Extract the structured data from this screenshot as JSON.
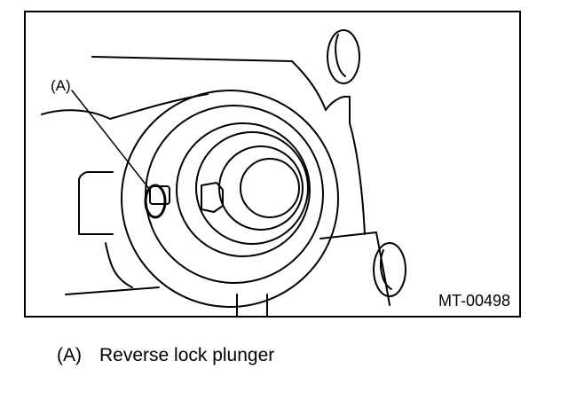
{
  "figure": {
    "callout": "(A)",
    "code": "MT-00498"
  },
  "legend": {
    "items": [
      {
        "key": "(A)",
        "text": "Reverse lock plunger"
      }
    ]
  }
}
